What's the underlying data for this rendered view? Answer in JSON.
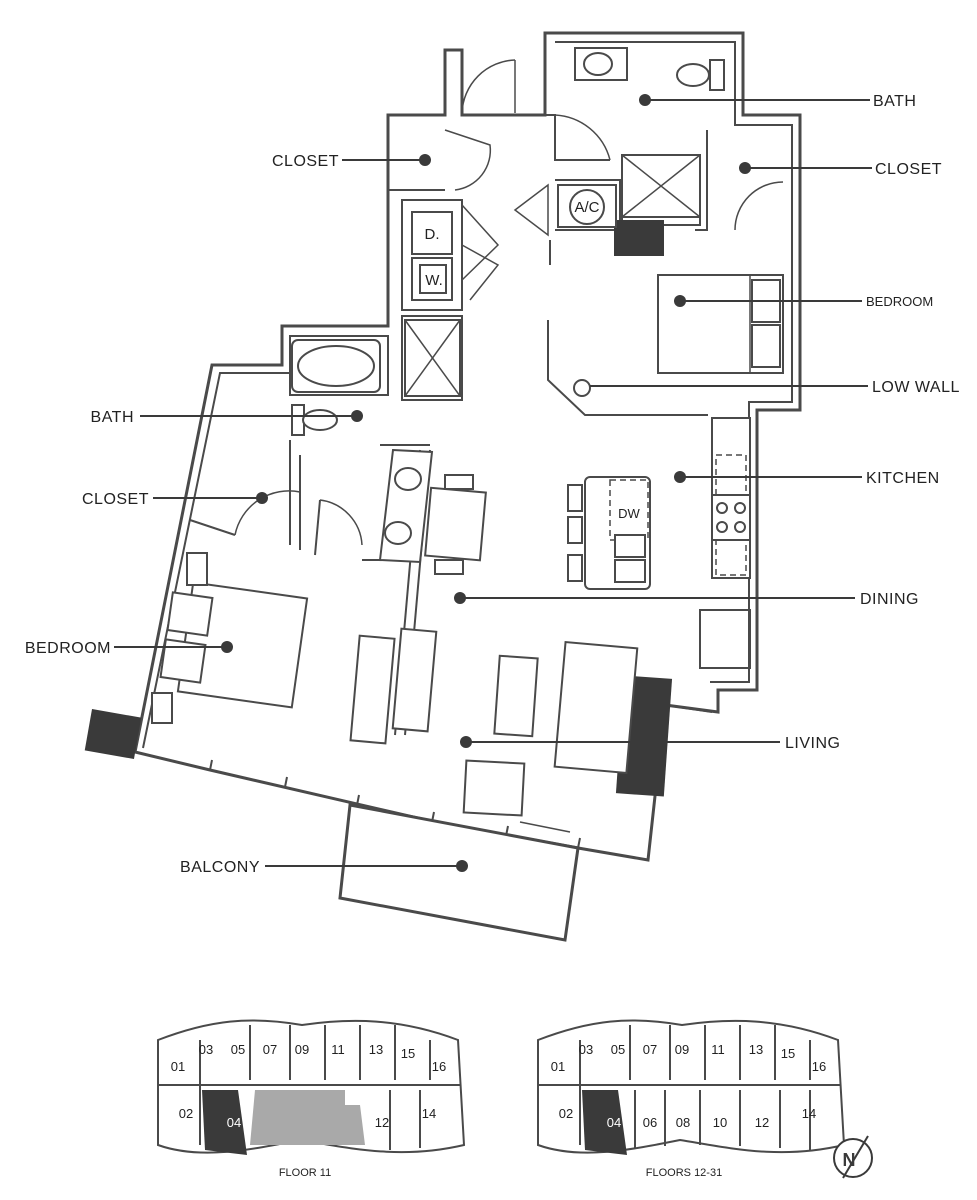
{
  "rooms": {
    "bath_top": "BATH",
    "closet_left": "CLOSET",
    "closet_right": "CLOSET",
    "bedroom_right": "BEDROOM",
    "low_wall": "LOW WALL",
    "bath_left": "BATH",
    "kitchen": "KITCHEN",
    "closet_lower": "CLOSET",
    "dining": "DINING",
    "bedroom_left": "BEDROOM",
    "living": "LIVING",
    "balcony": "BALCONY"
  },
  "fixtures": {
    "ac": "A/C",
    "dryer": "D.",
    "washer": "W.",
    "dishwasher": "DW"
  },
  "key_plans": [
    {
      "caption": "FLOOR 11",
      "top_units": [
        "01",
        "03",
        "05",
        "07",
        "09",
        "11",
        "13",
        "15",
        "16"
      ],
      "bottom_units": [
        "02",
        "04",
        "12",
        "14"
      ],
      "highlighted_unit": "04"
    },
    {
      "caption": "FLOORS 12-31",
      "top_units": [
        "01",
        "03",
        "05",
        "07",
        "09",
        "11",
        "13",
        "15",
        "16"
      ],
      "bottom_units": [
        "02",
        "04",
        "06",
        "08",
        "10",
        "12",
        "14"
      ],
      "highlighted_unit": "04"
    }
  ],
  "compass": {
    "label": "N"
  },
  "colors": {
    "wall": "#4a4a4a",
    "highlight_unit": "#3a3a3a",
    "amenity_area": "#a9a9a9"
  }
}
